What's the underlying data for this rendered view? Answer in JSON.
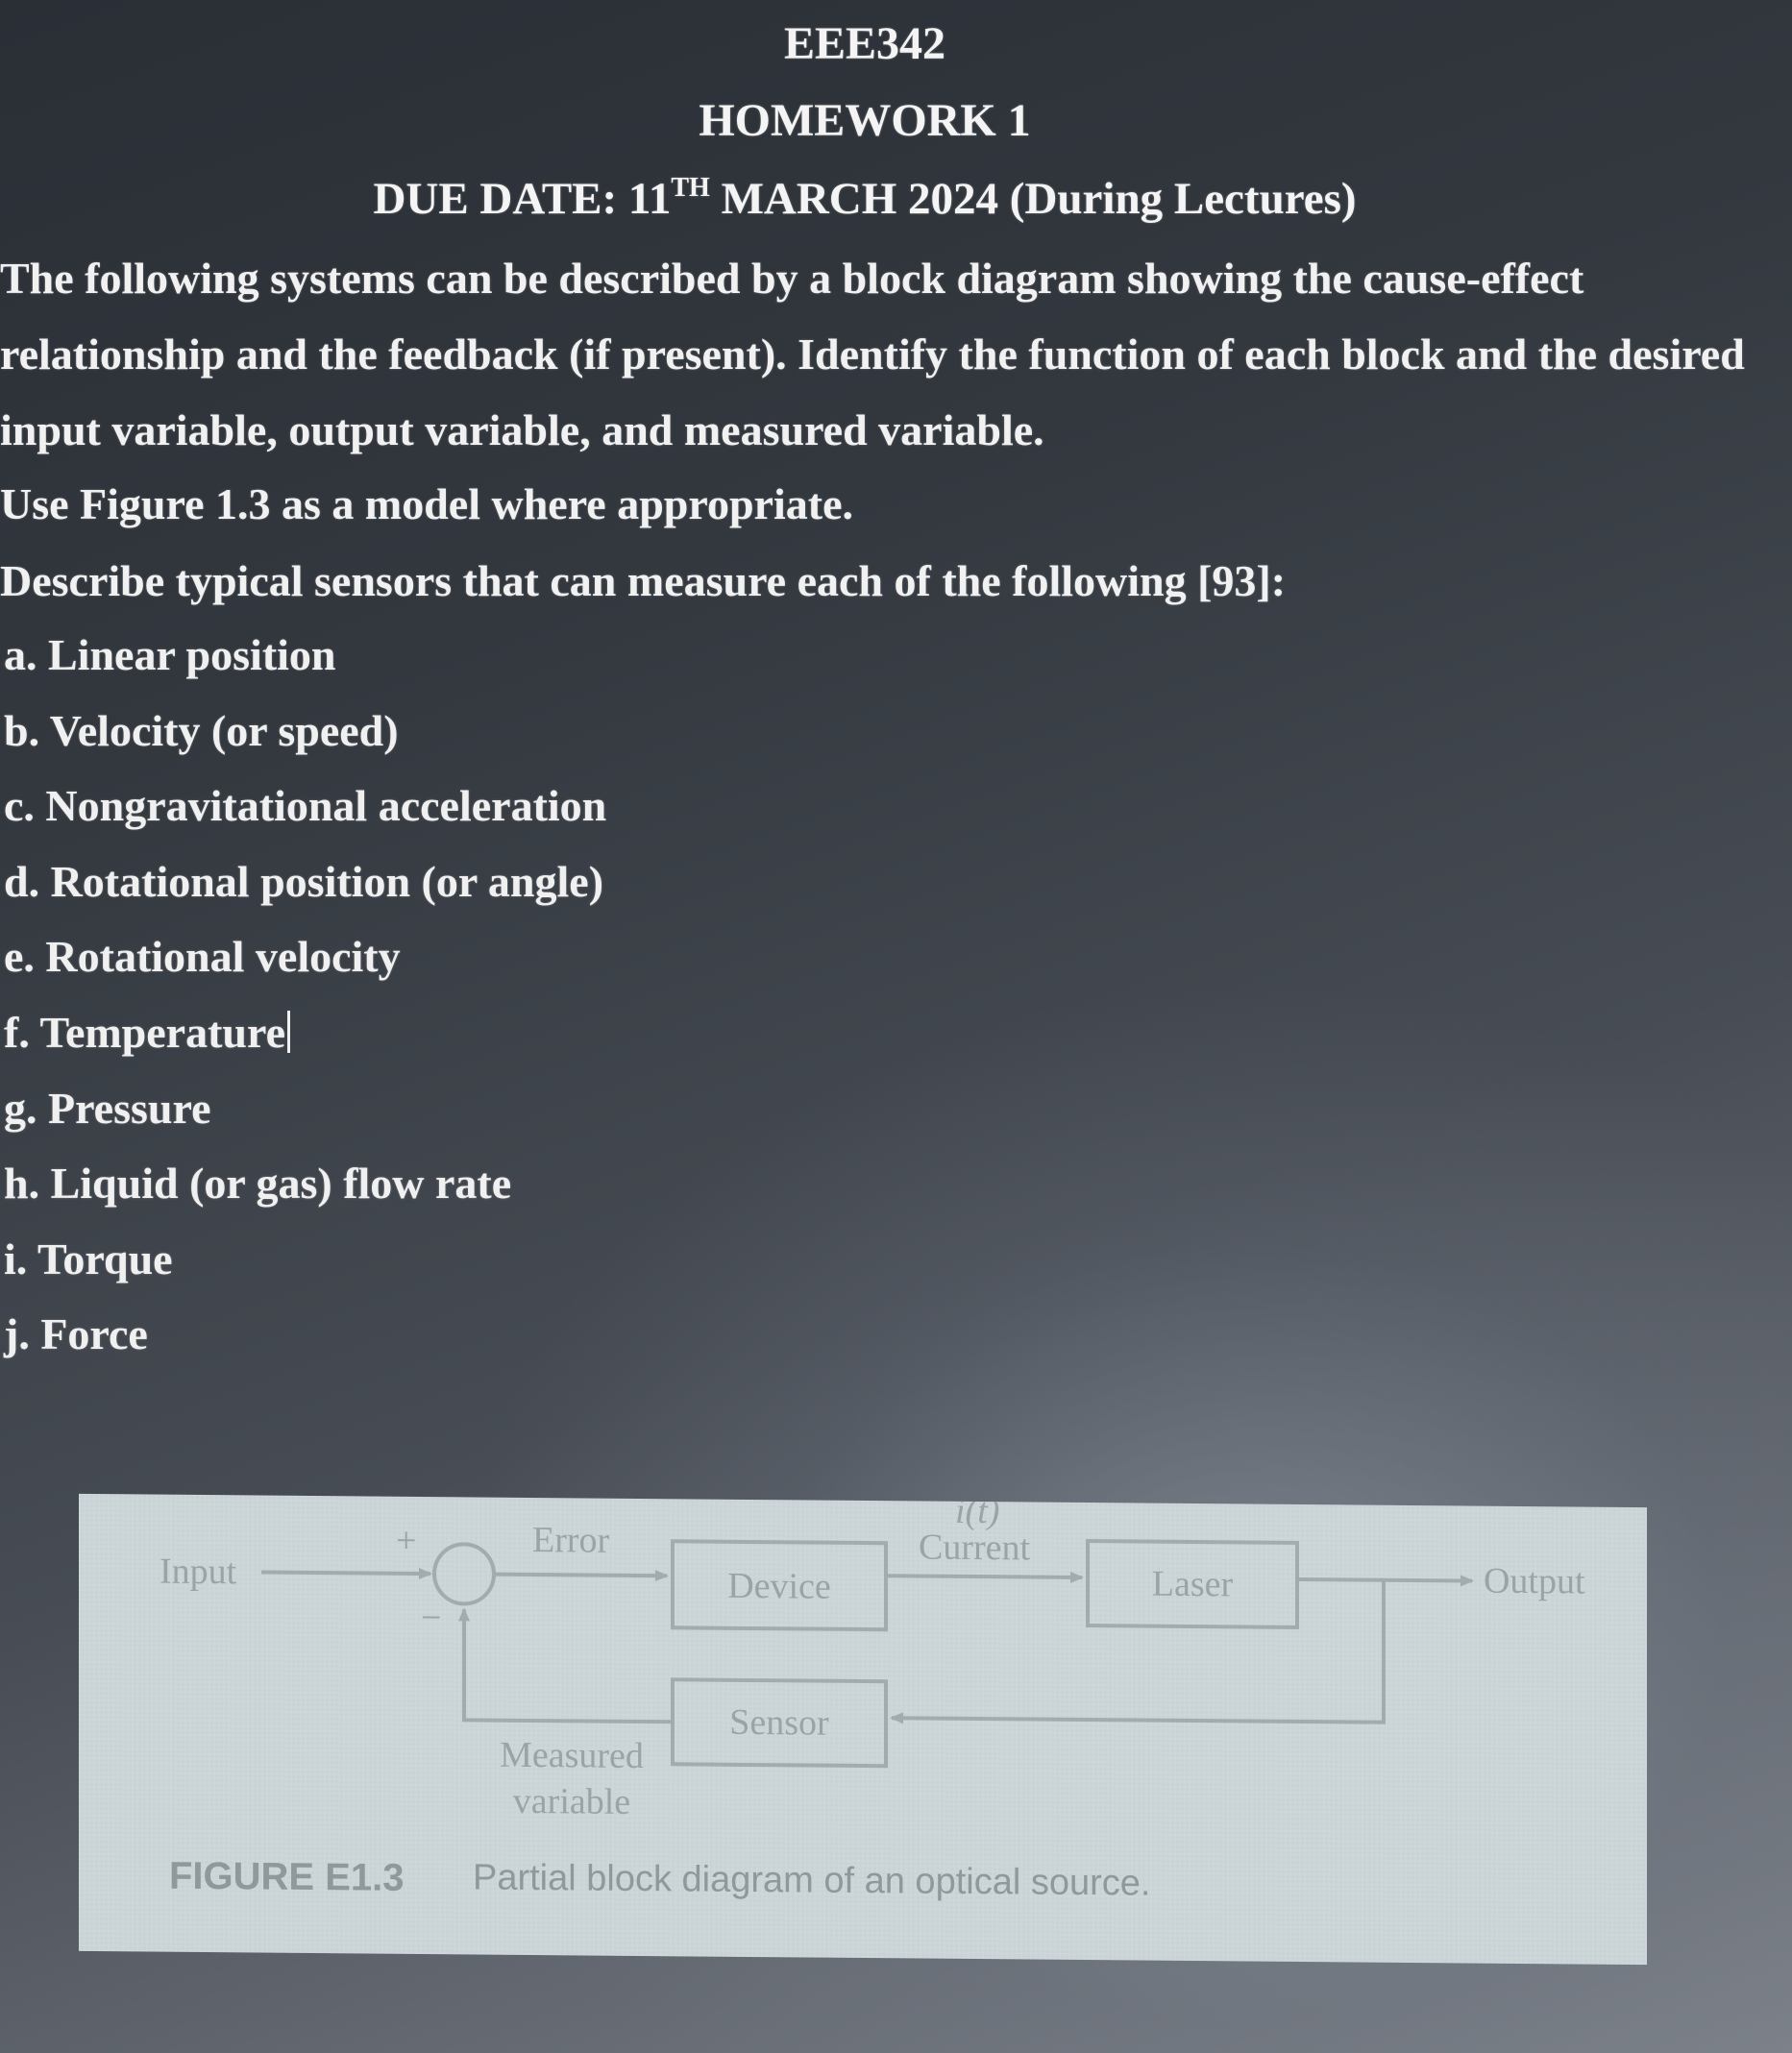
{
  "header": {
    "course": "EEE342",
    "homework": "HOMEWORK 1",
    "due_prefix": "DUE DATE: 11",
    "due_sup": "TH",
    "due_suffix": " MARCH 2024 (During Lectures)"
  },
  "body": {
    "intro": "The following systems can be described by a block diagram showing the cause-effect relationship and the feedback (if present). Identify the function of each block and the desired input variable, output variable, and measured variable.",
    "figure_ref": "Use Figure 1.3 as a model where appropriate.",
    "describe": "Describe typical sensors that can measure each of the following [93]:"
  },
  "list": [
    "a. Linear position",
    "b. Velocity (or speed)",
    "c. Nongravitational acceleration",
    "d. Rotational position (or angle)",
    "e. Rotational velocity",
    "f. Temperature",
    "g. Pressure",
    "h. Liquid (or gas) flow rate",
    "i. Torque",
    "j. Force"
  ],
  "figure": {
    "input": "Input",
    "plus": "+",
    "minus": "−",
    "error": "Error",
    "device": "Device",
    "it": "i(t)",
    "current": "Current",
    "laser": "Laser",
    "output": "Output",
    "sensor": "Sensor",
    "measured": "Measured",
    "variable": "variable",
    "caption_num": "FIGURE E1.3",
    "caption_text": "Partial block diagram of an optical source."
  }
}
